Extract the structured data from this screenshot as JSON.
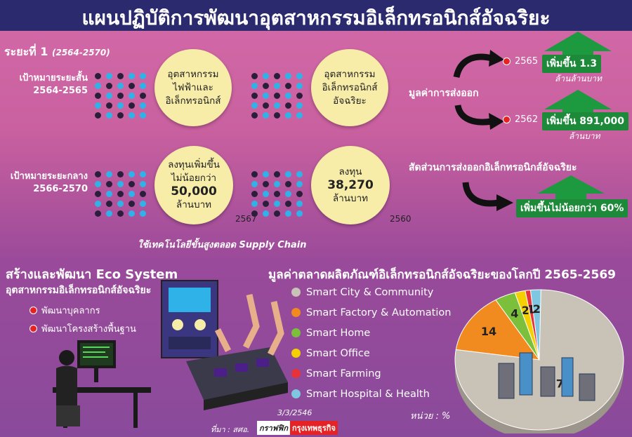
{
  "title": "แผนปฏิบัติการพัฒนาอุตสาหกรรมอิเล็กทรอนิกส์อัจฉริยะ",
  "phase": {
    "label": "ระยะที่ 1",
    "years": "(2564-2570)"
  },
  "short_goal": {
    "line1": "เป้าหมายระยะสั้น",
    "line2": "2564-2565"
  },
  "mid_goal": {
    "line1": "เป้าหมายระยะกลาง",
    "line2": "2566-2570"
  },
  "circle1": {
    "l1": "อุตสาหกรรม",
    "l2": "ไฟฟ้าและ",
    "l3": "อิเล็กทรอนิกส์"
  },
  "circle2": {
    "l1": "อุตสาหกรรม",
    "l2": "อิเล็กทรอนิกส์",
    "l3": "อัจฉริยะ"
  },
  "circle3": {
    "l1": "ลงทุนเพิ่มขึ้น",
    "l2": "ไม่น้อยกว่า",
    "value": "50,000",
    "l4": "ล้านบาท",
    "year": "2567"
  },
  "circle4": {
    "l1": "ลงทุน",
    "value": "38,270",
    "l3": "ล้านบาท",
    "year": "2560"
  },
  "tech_note": "ใช้เทคโนโลยีขั้นสูงตลอด Supply Chain",
  "export": {
    "label": "มูลค่าการส่งออก",
    "y1": "2565",
    "inc1": "เพิ่มขึ้น 1.3",
    "unit1": "ล้านล้านบาท",
    "y2": "2562",
    "inc2": "เพิ่มขึ้น 891,000",
    "unit2": "ล้านบาท"
  },
  "share": {
    "label": "สัดส่วนการส่งออกอิเล็กทรอนิกส์อัจฉริยะ",
    "inc": "เพิ่มขึ้นไม่น้อยกว่า 60%"
  },
  "eco": {
    "title": "สร้างและพัฒนา Eco System",
    "sub": "อุตสาหกรรมอิเล็กทรอนิกส์อัจฉริยะ",
    "b1": "พัฒนาบุคลากร",
    "b2": "พัฒนาโครงสร้างพื้นฐาน"
  },
  "market_title": "มูลค่าตลาดผลิตภัณฑ์อิเล็กทรอนิกส์อัจฉริยะของโลกปี 2565-2569",
  "unit_note": "หน่วย : %",
  "source": "ที่มา : สศอ.",
  "date": "3/3/2546",
  "credit_a": "กราฟฟิก",
  "credit_b": "กรุงเทพธุรกิจ",
  "colors": {
    "navy": "#2b2a6e",
    "cream": "#f7eca8",
    "green": "#1d8a3a",
    "dotDark": "#2a1f3a",
    "dotBlue": "#2fb2e8"
  },
  "chart_data": {
    "type": "pie",
    "title": "มูลค่าตลาดผลิตภัณฑ์อิเล็กทรอนิกส์อัจฉริยะของโลกปี 2565-2569",
    "unit": "%",
    "categories": [
      "Smart City & Community",
      "Smart Factory & Automation",
      "Smart Home",
      "Smart Office",
      "Smart Farming",
      "Smart Hospital & Health"
    ],
    "values": [
      77,
      14,
      4,
      2,
      1,
      2
    ],
    "colors": [
      "#c9c2b6",
      "#f18a1f",
      "#7bbf3a",
      "#f5d000",
      "#e8323a",
      "#7fc6e0"
    ],
    "legend_position": "left"
  }
}
